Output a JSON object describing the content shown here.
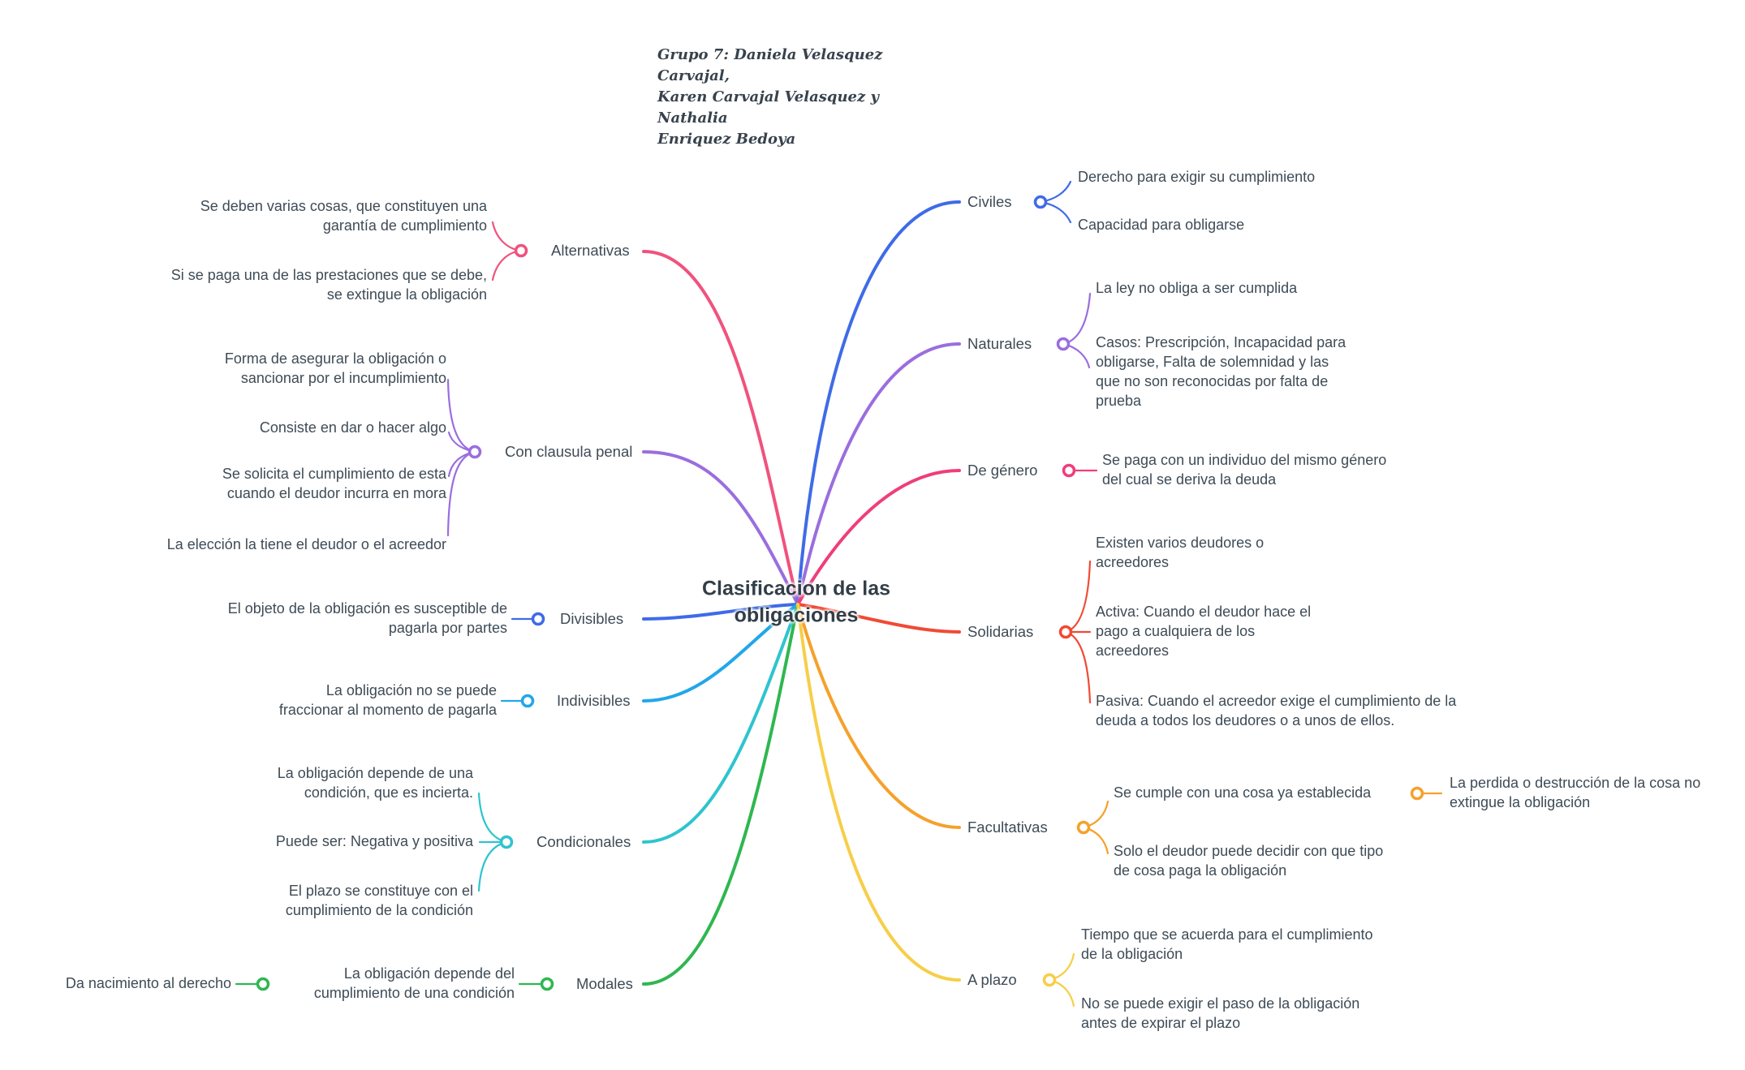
{
  "page": {
    "background": "#FFFFFF",
    "text_color": "#3E4B56"
  },
  "header": {
    "credit": "Grupo 7: Daniela Velasquez Carvajal,\nKaren Carvajal Velasquez y Nathalia\nEnriquez Bedoya"
  },
  "center": {
    "title": "Clasificacion de las obligaciones"
  },
  "branches": {
    "alternativas": {
      "label": "Alternativas",
      "color": "#F0527E",
      "children": [
        "Se deben varias cosas, que constituyen una garantía de cumplimiento",
        "Si se paga una de las prestaciones que se debe, se extingue la obligación"
      ]
    },
    "con_clausula_penal": {
      "label": "Con clausula penal",
      "color": "#9A6EDE",
      "children": [
        "Forma de  asegurar la obligación o sancionar por el incumplimiento",
        "Consiste en dar o hacer algo",
        "Se solicita el cumplimiento de esta cuando el deudor incurra en mora",
        "La elección la tiene el deudor o el acreedor"
      ]
    },
    "divisibles": {
      "label": "Divisibles",
      "color": "#3F6BE8",
      "children": [
        "El objeto de la obligación es susceptible de pagarla por partes"
      ]
    },
    "indivisibles": {
      "label": "Indivisibles",
      "color": "#21A7E8",
      "children": [
        "La obligación no se puede fraccionar al momento de pagarla"
      ]
    },
    "condicionales": {
      "label": "Condicionales",
      "color": "#2FC4CE",
      "children": [
        "La obligación depende de una condición, que es incierta.",
        "Puede ser: Negativa y positiva",
        "El plazo se constituye con el cumplimiento de la condición"
      ]
    },
    "modales": {
      "label": "Modales",
      "color": "#2FB750",
      "children": [
        {
          "text": "La obligación depende del cumplimiento de una condición",
          "children": [
            "Da nacimiento al derecho"
          ]
        }
      ]
    },
    "civiles": {
      "label": "Civiles",
      "color": "#3F6BE8",
      "children": [
        "Derecho para exigir su cumplimiento",
        "Capacidad para obligarse"
      ]
    },
    "naturales": {
      "label": "Naturales",
      "color": "#9A6EDE",
      "children": [
        "La ley no obliga a ser cumplida",
        "Casos: Prescripción, Incapacidad para obligarse, Falta de solemnidad y las que no son reconocidas por falta de prueba"
      ]
    },
    "de_genero": {
      "label": "De género",
      "color": "#F03D7C",
      "children": [
        "Se paga con un individuo del mismo género del cual se deriva la deuda"
      ]
    },
    "solidarias": {
      "label": "Solidarias",
      "color": "#F04A34",
      "children": [
        "Existen varios deudores o acreedores",
        "Activa: Cuando el deudor hace el pago a cualquiera de los acreedores",
        "Pasiva: Cuando el acreedor exige el cumplimiento de la deuda a todos los deudores o a unos de ellos."
      ]
    },
    "facultativas": {
      "label": "Facultativas",
      "color": "#F5A12B",
      "children": [
        {
          "text": "Se cumple con una cosa ya establecida",
          "children": [
            "La perdida o destrucción de la cosa no extingue la obligación"
          ]
        },
        "Solo el deudor puede decidir con que tipo de cosa paga la obligación"
      ]
    },
    "a_plazo": {
      "label": "A plazo",
      "color": "#F7CE49",
      "children": [
        "Tiempo que se acuerda para el cumplimiento de la obligación",
        "No se puede exigir el paso de la obligación antes de expirar el plazo"
      ]
    }
  }
}
